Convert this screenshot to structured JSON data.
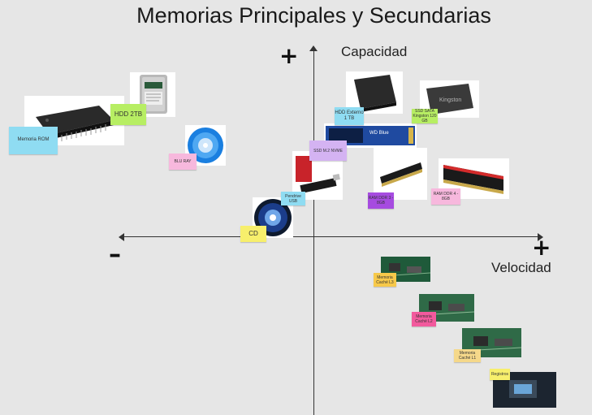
{
  "title": "Memorias Principales y Secundarias",
  "axes": {
    "y_label": "Capacidad",
    "x_label": "Velocidad",
    "plus_top": "+",
    "plus_right": "+",
    "minus_left": "–"
  },
  "notes": [
    {
      "id": "rom",
      "text": "Memoria ROM",
      "color": "#8fdcf2"
    },
    {
      "id": "hdd2tb",
      "text": "HDD 2TB",
      "color": "#b7ee63"
    },
    {
      "id": "bluray",
      "text": "BLU RAY",
      "color": "#f7b8dd"
    },
    {
      "id": "cd",
      "text": "CD",
      "color": "#f7ef6c"
    },
    {
      "id": "usb",
      "text": "Pendrive USB",
      "color": "#8fdcf2"
    },
    {
      "id": "ssd",
      "text": "SSD M.2 NVME",
      "color": "#d4b3f2"
    },
    {
      "id": "hddext",
      "text": "HDD Externo 1 TB",
      "color": "#8fdcf2"
    },
    {
      "id": "ssdsata",
      "text": "SSD SATA Kingston 120 GB",
      "color": "#b7ee63"
    },
    {
      "id": "ramddr3",
      "text": "RAM DDR 3 - 8GB",
      "color": "#a64be0"
    },
    {
      "id": "ramddr4",
      "text": "RAM DDR 4 - 8GB",
      "color": "#f7b8dd"
    },
    {
      "id": "cachel3",
      "text": "Memoria Caché L3",
      "color": "#f7c94a"
    },
    {
      "id": "cachel2",
      "text": "Memoria Caché L2",
      "color": "#f25a9d"
    },
    {
      "id": "cachel1",
      "text": "Memoria Caché L1",
      "color": "#f5d88a"
    },
    {
      "id": "registros",
      "text": "Registros",
      "color": "#f7ef6c"
    }
  ]
}
